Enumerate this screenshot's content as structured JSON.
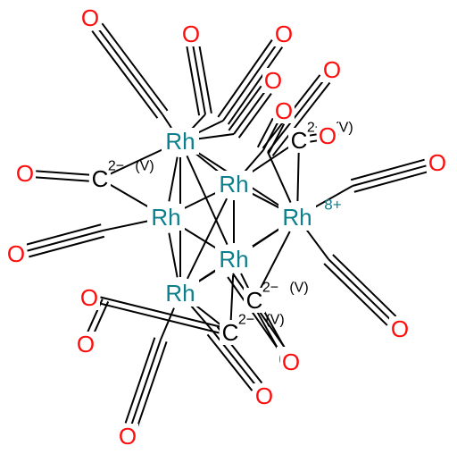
{
  "molecule": {
    "colors": {
      "bond": "#000000",
      "oxygen": "#ff0d0d",
      "rhodium": "#0b7f8b",
      "carbon": "#000000",
      "background": "#ffffff"
    },
    "atom_labels": {
      "rhodium": "Rh",
      "oxygen": "O",
      "carbide_carbon": "C"
    },
    "charge_labels": {
      "cluster_charge": "8+",
      "carbide_charge": "2−",
      "valence_note": "(V)"
    },
    "counts_shown": {
      "rhodium_atoms": 6,
      "free_co_ligands": 11,
      "bridging_carbonyl_groups": 4
    }
  }
}
